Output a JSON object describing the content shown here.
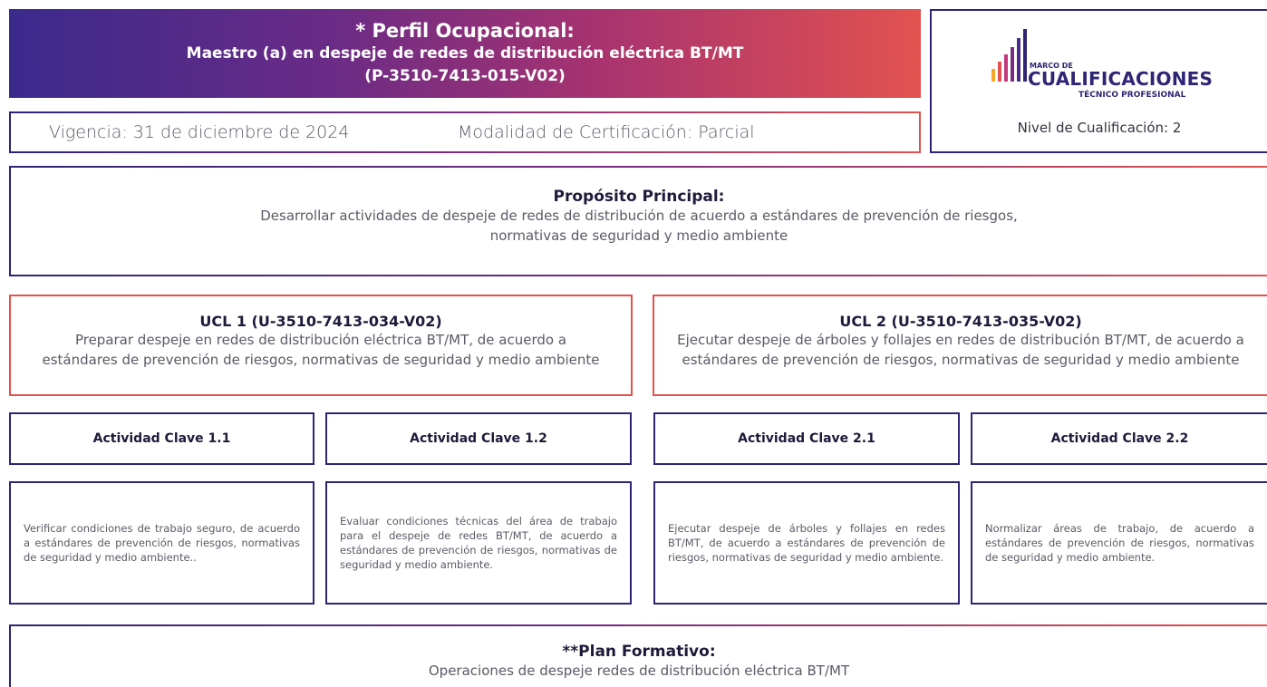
{
  "header": {
    "line1": "* Perfil Ocupacional:",
    "line2": "Maestro (a) en despeje de redes de distribución eléctrica BT/MT",
    "line3": "(P-3510-7413-015-V02)"
  },
  "vigencia": "Vigencia: 31 de diciembre de 2024",
  "modalidad": "Modalidad de Certificación: Parcial",
  "logo": {
    "small": "MARCO DE",
    "main": "CUALIFICACIONES",
    "sub": "TÉCNICO PROFESIONAL"
  },
  "nivel": "Nivel de Cualificación: 2",
  "proposito": {
    "title": "Propósito Principal:",
    "line1": "Desarrollar actividades de despeje de redes de distribución de acuerdo a estándares de prevención de riesgos,",
    "line2": "normativas de seguridad y medio ambiente"
  },
  "ucl1": {
    "title": "UCL 1 (U-3510-7413-034-V02)",
    "line1": "Preparar despeje en redes de distribución eléctrica BT/MT, de acuerdo a",
    "line2": "estándares de prevención de riesgos, normativas de seguridad y medio ambiente"
  },
  "ucl2": {
    "title": "UCL 2 (U-3510-7413-035-V02)",
    "line1": "Ejecutar despeje de árboles y follajes en redes de distribución BT/MT, de acuerdo a",
    "line2": "estándares de prevención de riesgos, normativas de seguridad y medio ambiente"
  },
  "actividades": [
    {
      "title": "Actividad Clave 1.1",
      "desc": "Verificar condiciones de trabajo seguro, de acuerdo a estándares de prevención de riesgos, normativas de seguridad y medio ambiente.."
    },
    {
      "title": "Actividad Clave 1.2",
      "desc": "Evaluar condiciones técnicas del área de trabajo para el despeje de redes BT/MT, de acuerdo a estándares de prevención de riesgos, normativas de seguridad y medio ambiente."
    },
    {
      "title": "Actividad Clave 2.1",
      "desc": "Ejecutar despeje de árboles y follajes en redes BT/MT, de acuerdo a estándares de prevención de riesgos, normativas de seguridad y medio ambiente."
    },
    {
      "title": "Actividad Clave 2.2",
      "desc": "Normalizar áreas de trabajo, de acuerdo a estándares de prevención de riesgos, normativas de seguridad y medio ambiente."
    }
  ],
  "plan": {
    "title": "**Plan Formativo:",
    "text": "Operaciones de despeje redes de distribución eléctrica BT/MT"
  },
  "colors": {
    "navy": "#2e2575",
    "red": "#e2524f",
    "purple": "#7a2d80"
  }
}
